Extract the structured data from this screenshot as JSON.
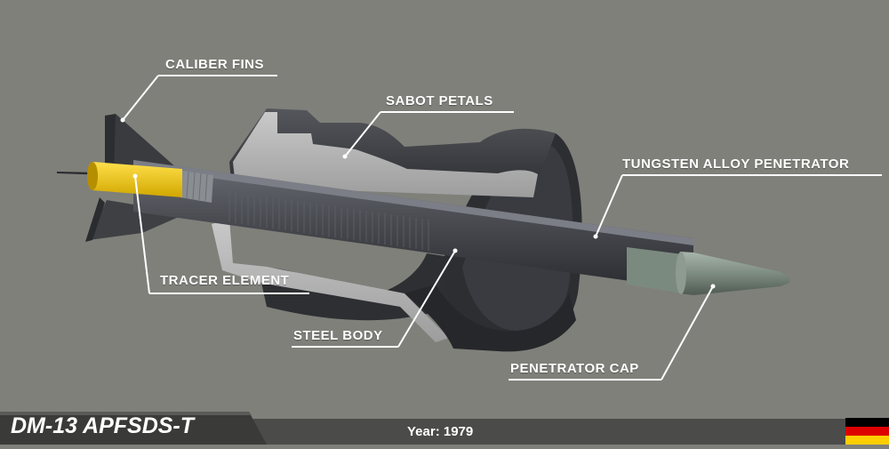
{
  "callouts": {
    "caliber_fins": "CALIBER FINS",
    "sabot_petals": "SABOT PETALS",
    "tungsten_penetrator": "TUNGSTEN ALLOY PENETRATOR",
    "tracer_element": "TRACER ELEMENT",
    "steel_body": "STEEL BODY",
    "penetrator_cap": "PENETRATOR CAP"
  },
  "footer": {
    "title": "DM-13 APFSDS-T",
    "year": "Year: 1979"
  },
  "flag": {
    "name": "germany-flag",
    "colors": [
      "#000000",
      "#dd0000",
      "#ffce00"
    ]
  },
  "colors": {
    "background": "#7f807a",
    "footer_bar": "#4b4c4a",
    "tracer": "#f5c800",
    "cap": "#7d8c80",
    "callout_line": "#ffffff"
  }
}
